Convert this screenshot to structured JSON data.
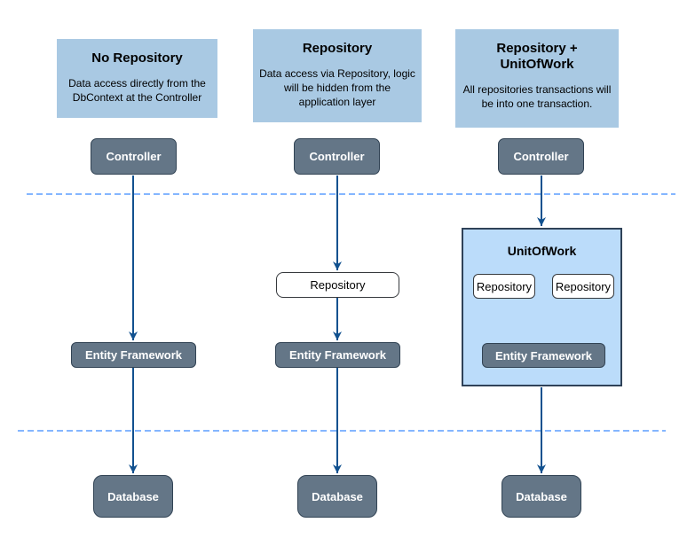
{
  "columns": [
    {
      "header": {
        "title": "No Repository",
        "description": "Data access directly from the DbContext at the Controller"
      },
      "nodes": {
        "controller": "Controller",
        "entity_framework": "Entity Framework",
        "database": "Database"
      }
    },
    {
      "header": {
        "title": "Repository",
        "description": "Data access via Repository, logic will be hidden from the application layer"
      },
      "nodes": {
        "controller": "Controller",
        "repository": "Repository",
        "entity_framework": "Entity Framework",
        "database": "Database"
      }
    },
    {
      "header": {
        "title": "Repository + UnitOfWork",
        "description": "All repositories transactions will be into one transaction."
      },
      "nodes": {
        "controller": "Controller",
        "unit_of_work": "UnitOfWork",
        "repositories": [
          "Repository",
          "Repository"
        ],
        "entity_framework": "Entity Framework",
        "database": "Database"
      }
    }
  ],
  "colors": {
    "header_fill": "#a9c9e3",
    "dark_node_fill": "#647687",
    "dark_node_stroke": "#314354",
    "container_fill": "#bbdcfa",
    "container_stroke": "#2f4258",
    "white_node_stroke": "#36393d",
    "arrow": "#11518f",
    "divider_dash": "#5c9dff"
  }
}
